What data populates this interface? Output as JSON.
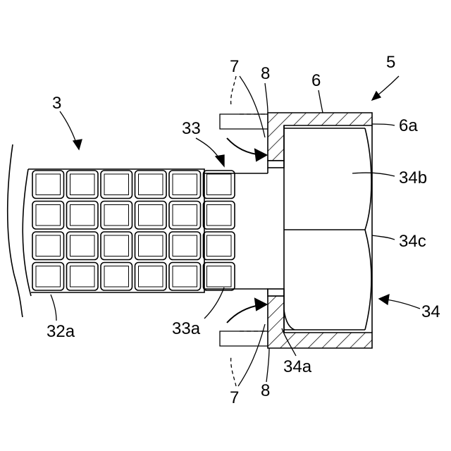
{
  "reference_numerals": {
    "n5": "5",
    "n6": "6",
    "n6a": "6a",
    "n7_top": "7",
    "n8_top": "8",
    "n3": "3",
    "n33": "33",
    "n34b": "34b",
    "n34c": "34c",
    "n34": "34",
    "n32a": "32a",
    "n33a": "33a",
    "n34a": "34a",
    "n7_bottom": "7",
    "n8_bottom": "8"
  },
  "colors": {
    "line": "#000000",
    "background": "#ffffff"
  }
}
